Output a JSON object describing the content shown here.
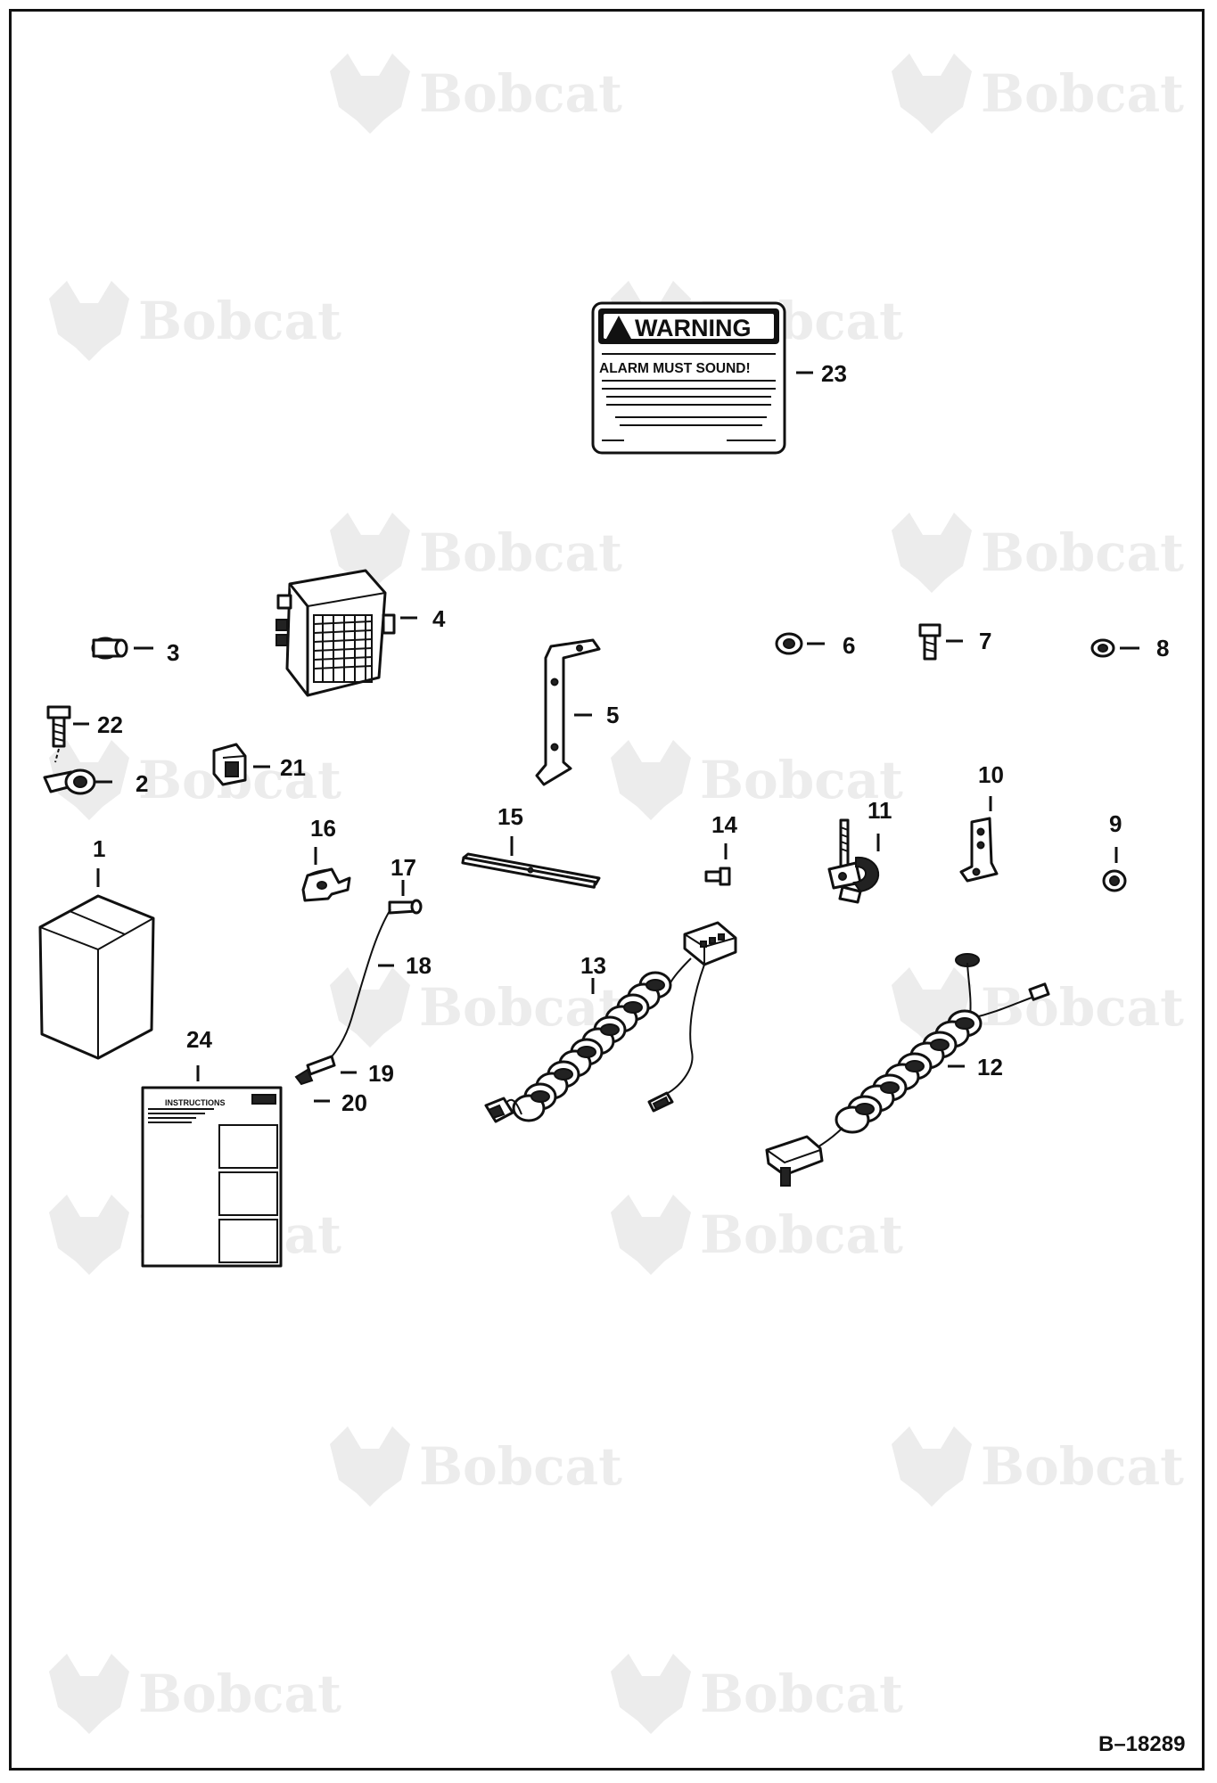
{
  "watermark": {
    "text": "Bobcat"
  },
  "decal": {
    "heading": "WARNING",
    "line1": "ALARM MUST SOUND!"
  },
  "instructions_sheet": {
    "heading": "INSTRUCTIONS"
  },
  "callouts": [
    "1",
    "2",
    "3",
    "4",
    "5",
    "6",
    "7",
    "8",
    "9",
    "10",
    "11",
    "12",
    "13",
    "14",
    "15",
    "16",
    "17",
    "18",
    "19",
    "20",
    "21",
    "22",
    "23",
    "24"
  ],
  "document_number": "B–18289"
}
